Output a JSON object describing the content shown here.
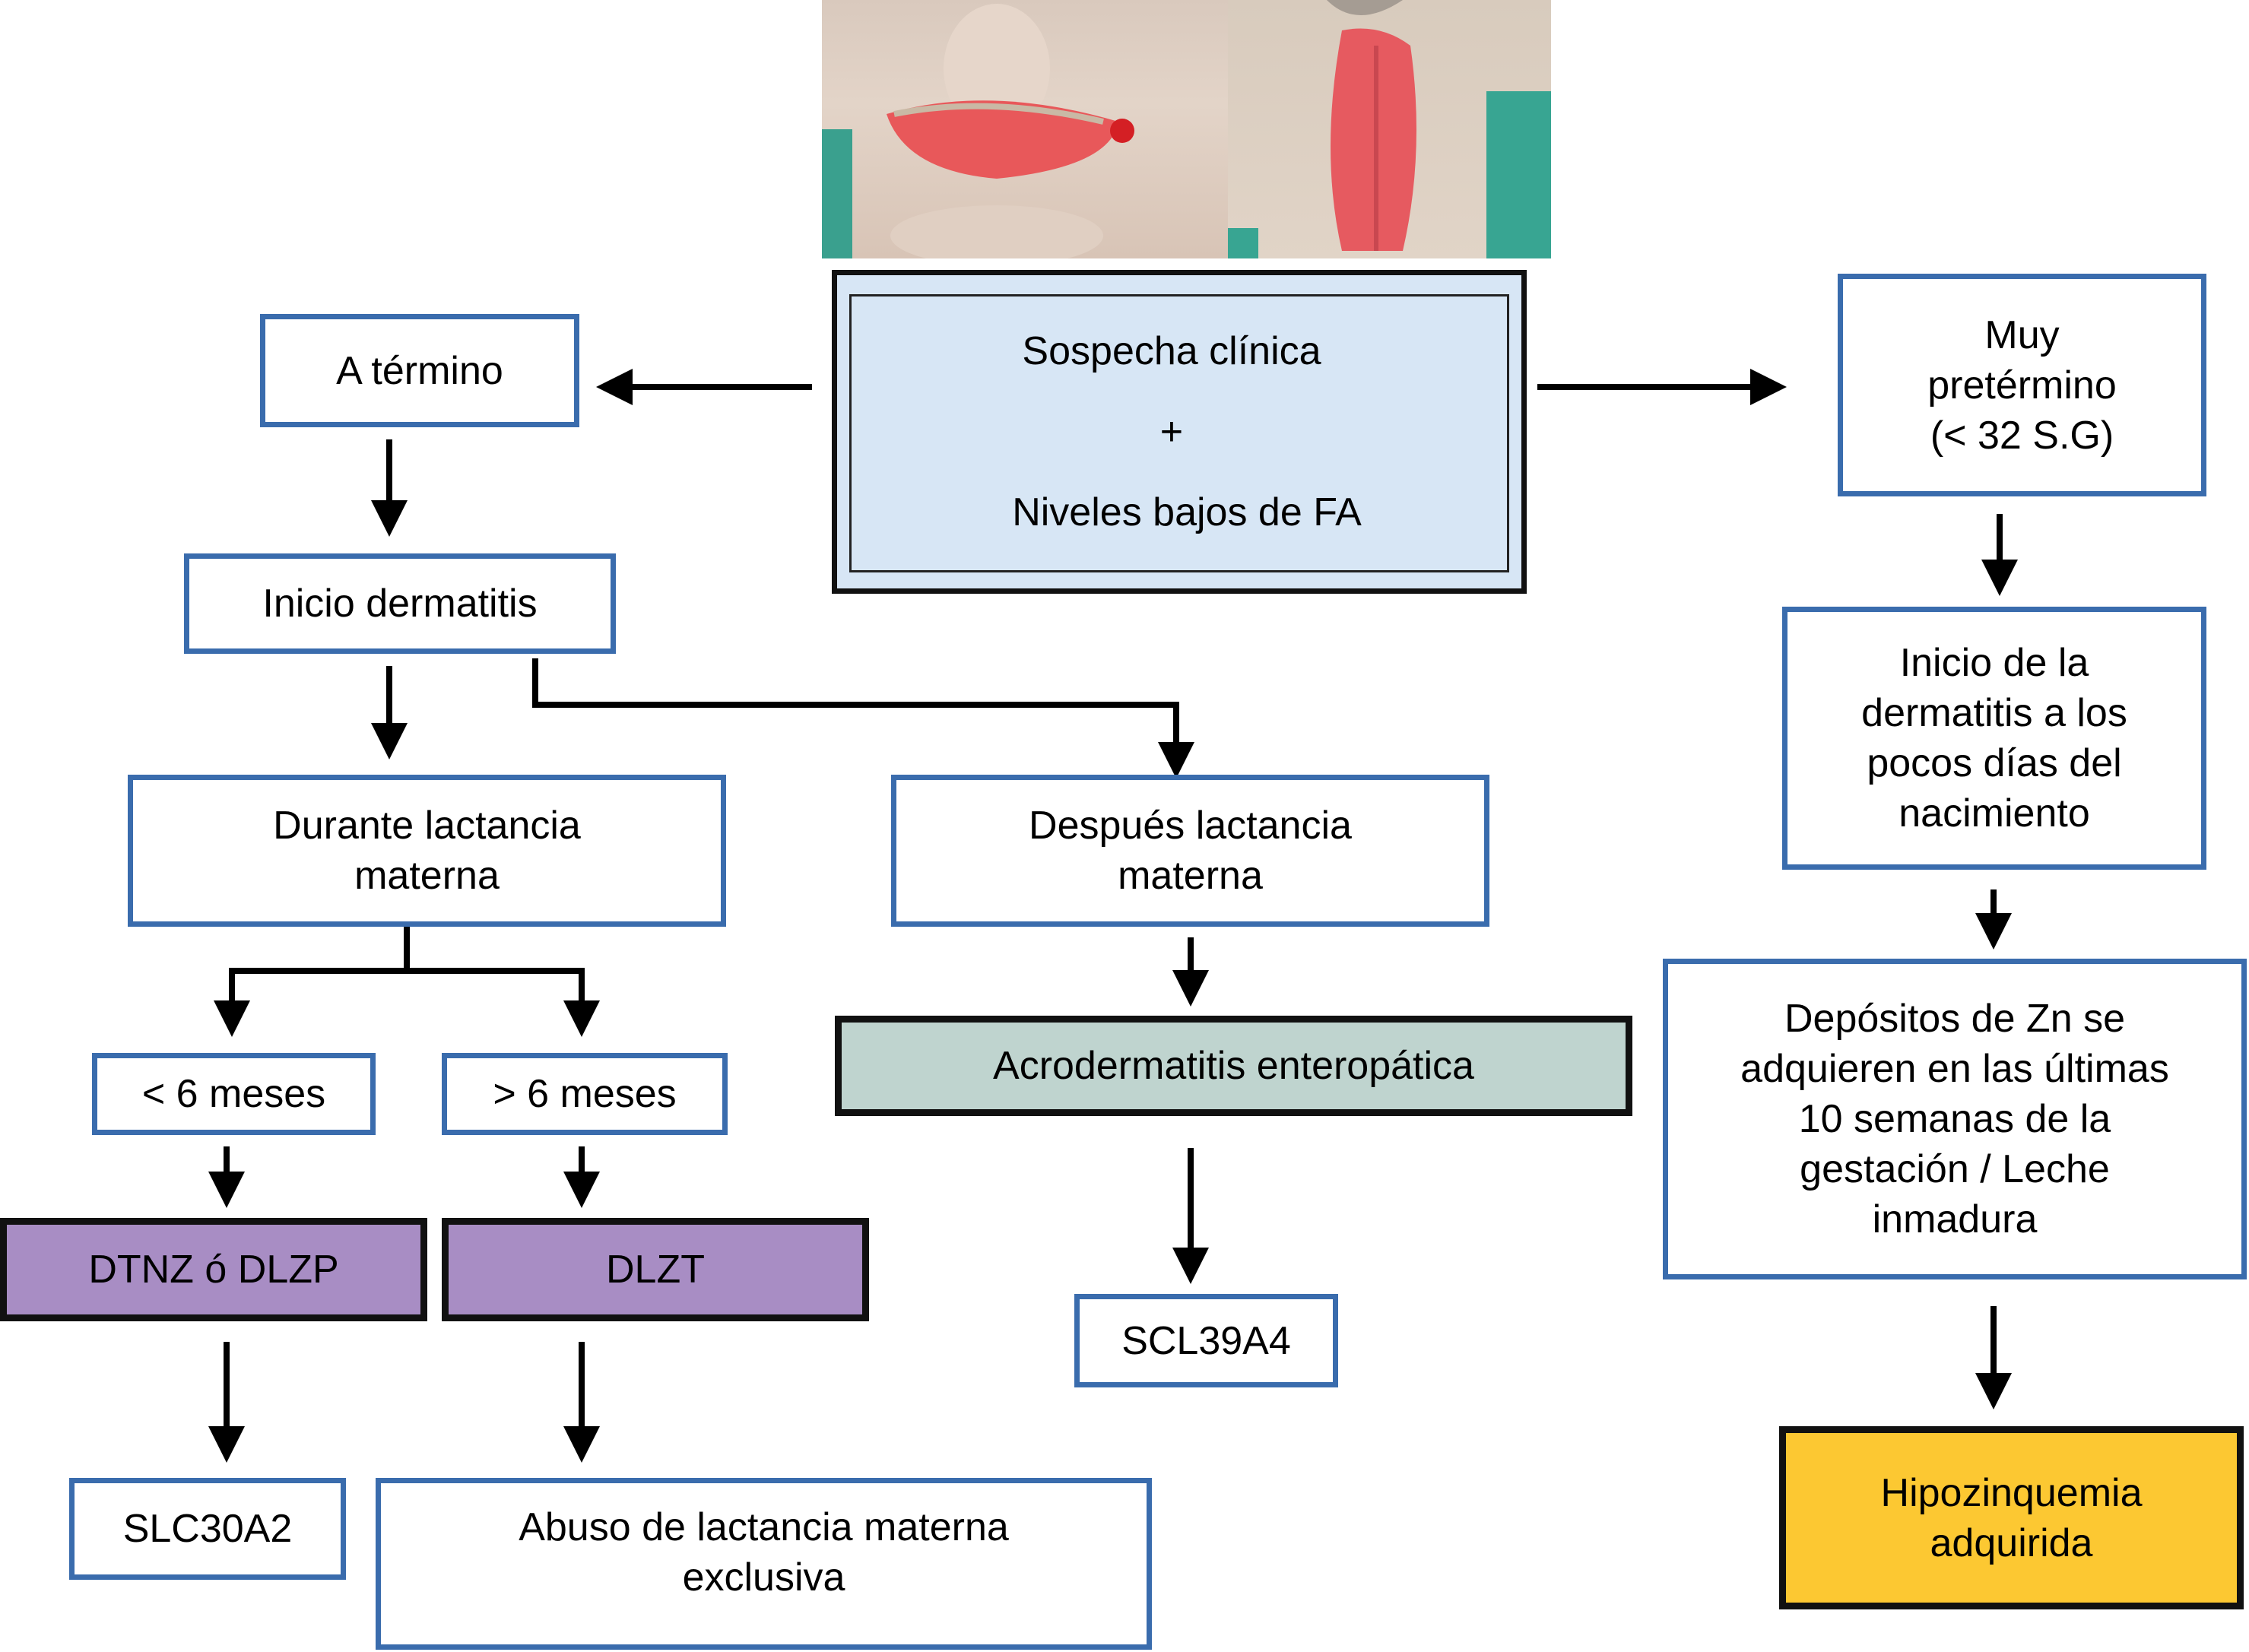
{
  "photos": {
    "left": {
      "icon": "clinical-photo-perioral-dermatitis"
    },
    "right": {
      "icon": "clinical-photo-perineal-dermatitis"
    }
  },
  "center": {
    "line1": "Sospecha clínica",
    "plus": "+",
    "line2": "Niveles bajos de FA"
  },
  "left_branch": {
    "a_termino": "A término",
    "inicio_dermatitis": "Inicio dermatitis",
    "durante": "Durante lactancia\nmaterna",
    "menos_6": "< 6 meses",
    "mas_6": "> 6 meses",
    "dtnz": "DTNZ ó DLZP",
    "dlzt": "DLZT",
    "slc30a2": "SLC30A2",
    "abuso": "Abuso de lactancia materna\nexclusiva"
  },
  "middle_branch": {
    "despues": "Después lactancia\nmaterna",
    "acro": "Acrodermatitis enteropática",
    "scl39a4": "SCL39A4"
  },
  "right_branch": {
    "muy_pretermino": "Muy\npretérmino\n(< 32 S.G)",
    "inicio_la": "Inicio de la\ndermatitis a los\npocos días del\nnacimiento",
    "depositos": "Depósitos de Zn se\nadquieren en las últimas\n10 semanas de la\ngestación / Leche\ninmadura",
    "hipozinquemia": "Hipozinquemia\nadquirida"
  },
  "colors": {
    "box_border_blue": "#3a6cad",
    "center_fill": "#d7e6f5",
    "purple": "#a88dc4",
    "green": "#bfd4cf",
    "yellow": "#fcc832"
  }
}
